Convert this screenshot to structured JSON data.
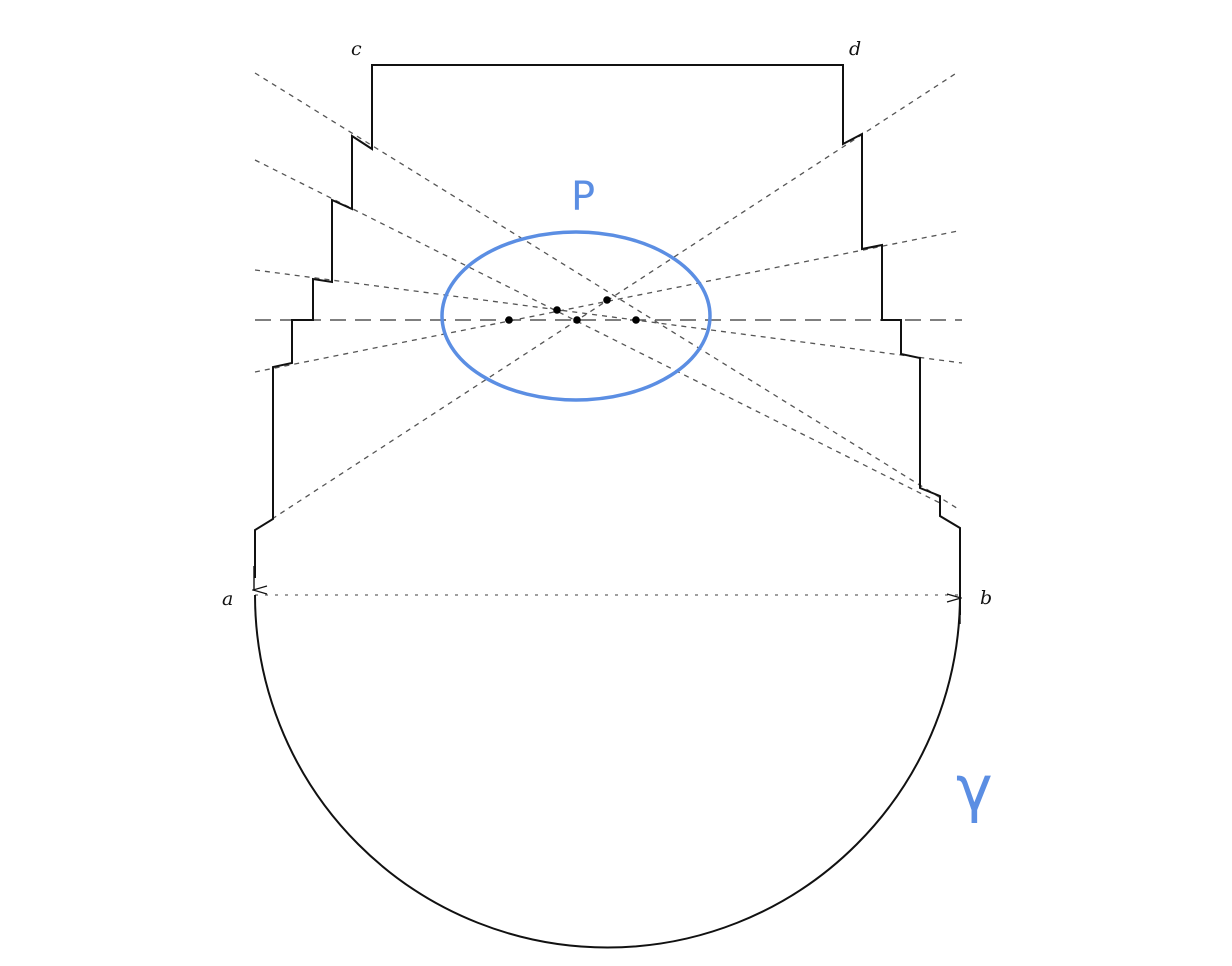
{
  "labels": {
    "a": "a",
    "b": "b",
    "c": "c",
    "d": "d",
    "region": "P",
    "curve": "γ"
  },
  "colors": {
    "outline": "#111111",
    "rays": "#555555",
    "region": "#5b8ee3",
    "points": "#000000"
  }
}
